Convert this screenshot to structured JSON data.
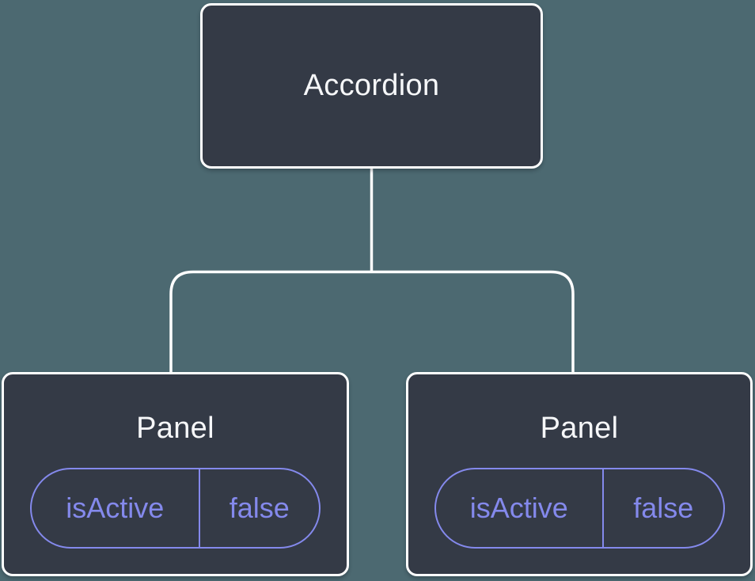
{
  "diagram": {
    "root": {
      "title": "Accordion"
    },
    "panels": [
      {
        "title": "Panel",
        "prop": {
          "name": "isActive",
          "value": "false"
        }
      },
      {
        "title": "Panel",
        "prop": {
          "name": "isActive",
          "value": "false"
        }
      }
    ]
  },
  "colors": {
    "background": "#4C6971",
    "node_fill": "#343A46",
    "node_border": "#FFFFFF",
    "connector": "#FFFFFF",
    "accent": "#8489EC",
    "title": "#F6F7F9"
  }
}
